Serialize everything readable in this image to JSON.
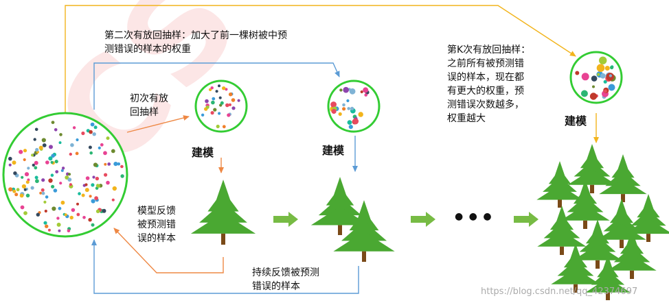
{
  "colors": {
    "circle_border": "#33cc33",
    "tree_green": "#4aa832",
    "trunk": "#7a4a18",
    "arrow_orange": "#ee8844",
    "arrow_blue": "#5b9bd5",
    "arrow_yellow": "#f2b41c",
    "big_arrow": "#77bb44",
    "watermark_red": "#e84040"
  },
  "labels": {
    "second_sampling": "第二次有放回抽样：加大了前一棵树被中预\n测错误的样本的权重",
    "first_sampling": "初次有放\n回抽样",
    "kth_sampling": "第K次有放回抽样：\n之前所有被预测错\n误的样本，现在都\n有更大的权重，预\n测错误次数越多，\n权重越大",
    "model1": "建模",
    "model2": "建模",
    "model3": "建模",
    "feedback": "模型反馈\n被预测错\n误的样本",
    "continued_feedback": "持续反馈被预测\n错误的样本",
    "dots": "● ● ●"
  },
  "watermark": {
    "text": "https://blog.csdn.net/qq_42374697",
    "background_letters": "ICS"
  },
  "icons": [
    "sample-circle",
    "conifer-tree",
    "arrow-right"
  ]
}
